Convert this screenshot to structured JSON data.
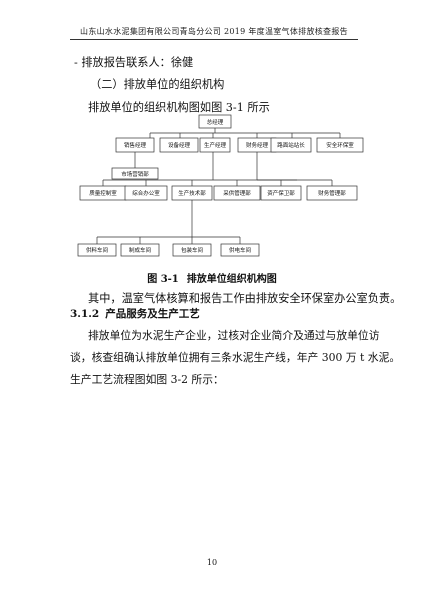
{
  "header": {
    "title": "山东山水水泥集团有限公司青岛分公司 2019 年度温室气体排放核查报告"
  },
  "contact": {
    "text": "-  排放报告联系人：徐健"
  },
  "subheading": {
    "text": "（二）排放单位的组织机构"
  },
  "intro": {
    "text": "排放单位的组织机构图如图 3-1 所示"
  },
  "org_chart": {
    "root": "总经理",
    "level2": [
      "销售经理",
      "设备经理",
      "生产经理",
      "财务经理",
      "路面站站长",
      "安全环保室"
    ],
    "sales_sub": "市场营销部",
    "level3": [
      "质量控制室",
      "综合办公室",
      "生产技术部",
      "采供管理部",
      "资产保卫部",
      "财务管理部"
    ],
    "workshops": [
      "供料车间",
      "制成车间",
      "包装车间",
      "供电车间"
    ]
  },
  "figure_caption": {
    "label": "图 3-1",
    "title": "排放单位组织机构图"
  },
  "responsibility": {
    "text": "其中，温室气体核算和报告工作由排放安全环保室办公室负责。"
  },
  "section": {
    "number": "3.1.2",
    "title": "产品服务及生产工艺"
  },
  "process": {
    "lines": [
      "排放单位为水泥生产企业，过核对企业简介及通过与放单位访",
      "谈，核查组确认排放单位拥有三条水泥生产线，年产 300 万 t 水泥。",
      "生产工艺流程图如图 3-2 所示："
    ]
  },
  "page_number": "10"
}
